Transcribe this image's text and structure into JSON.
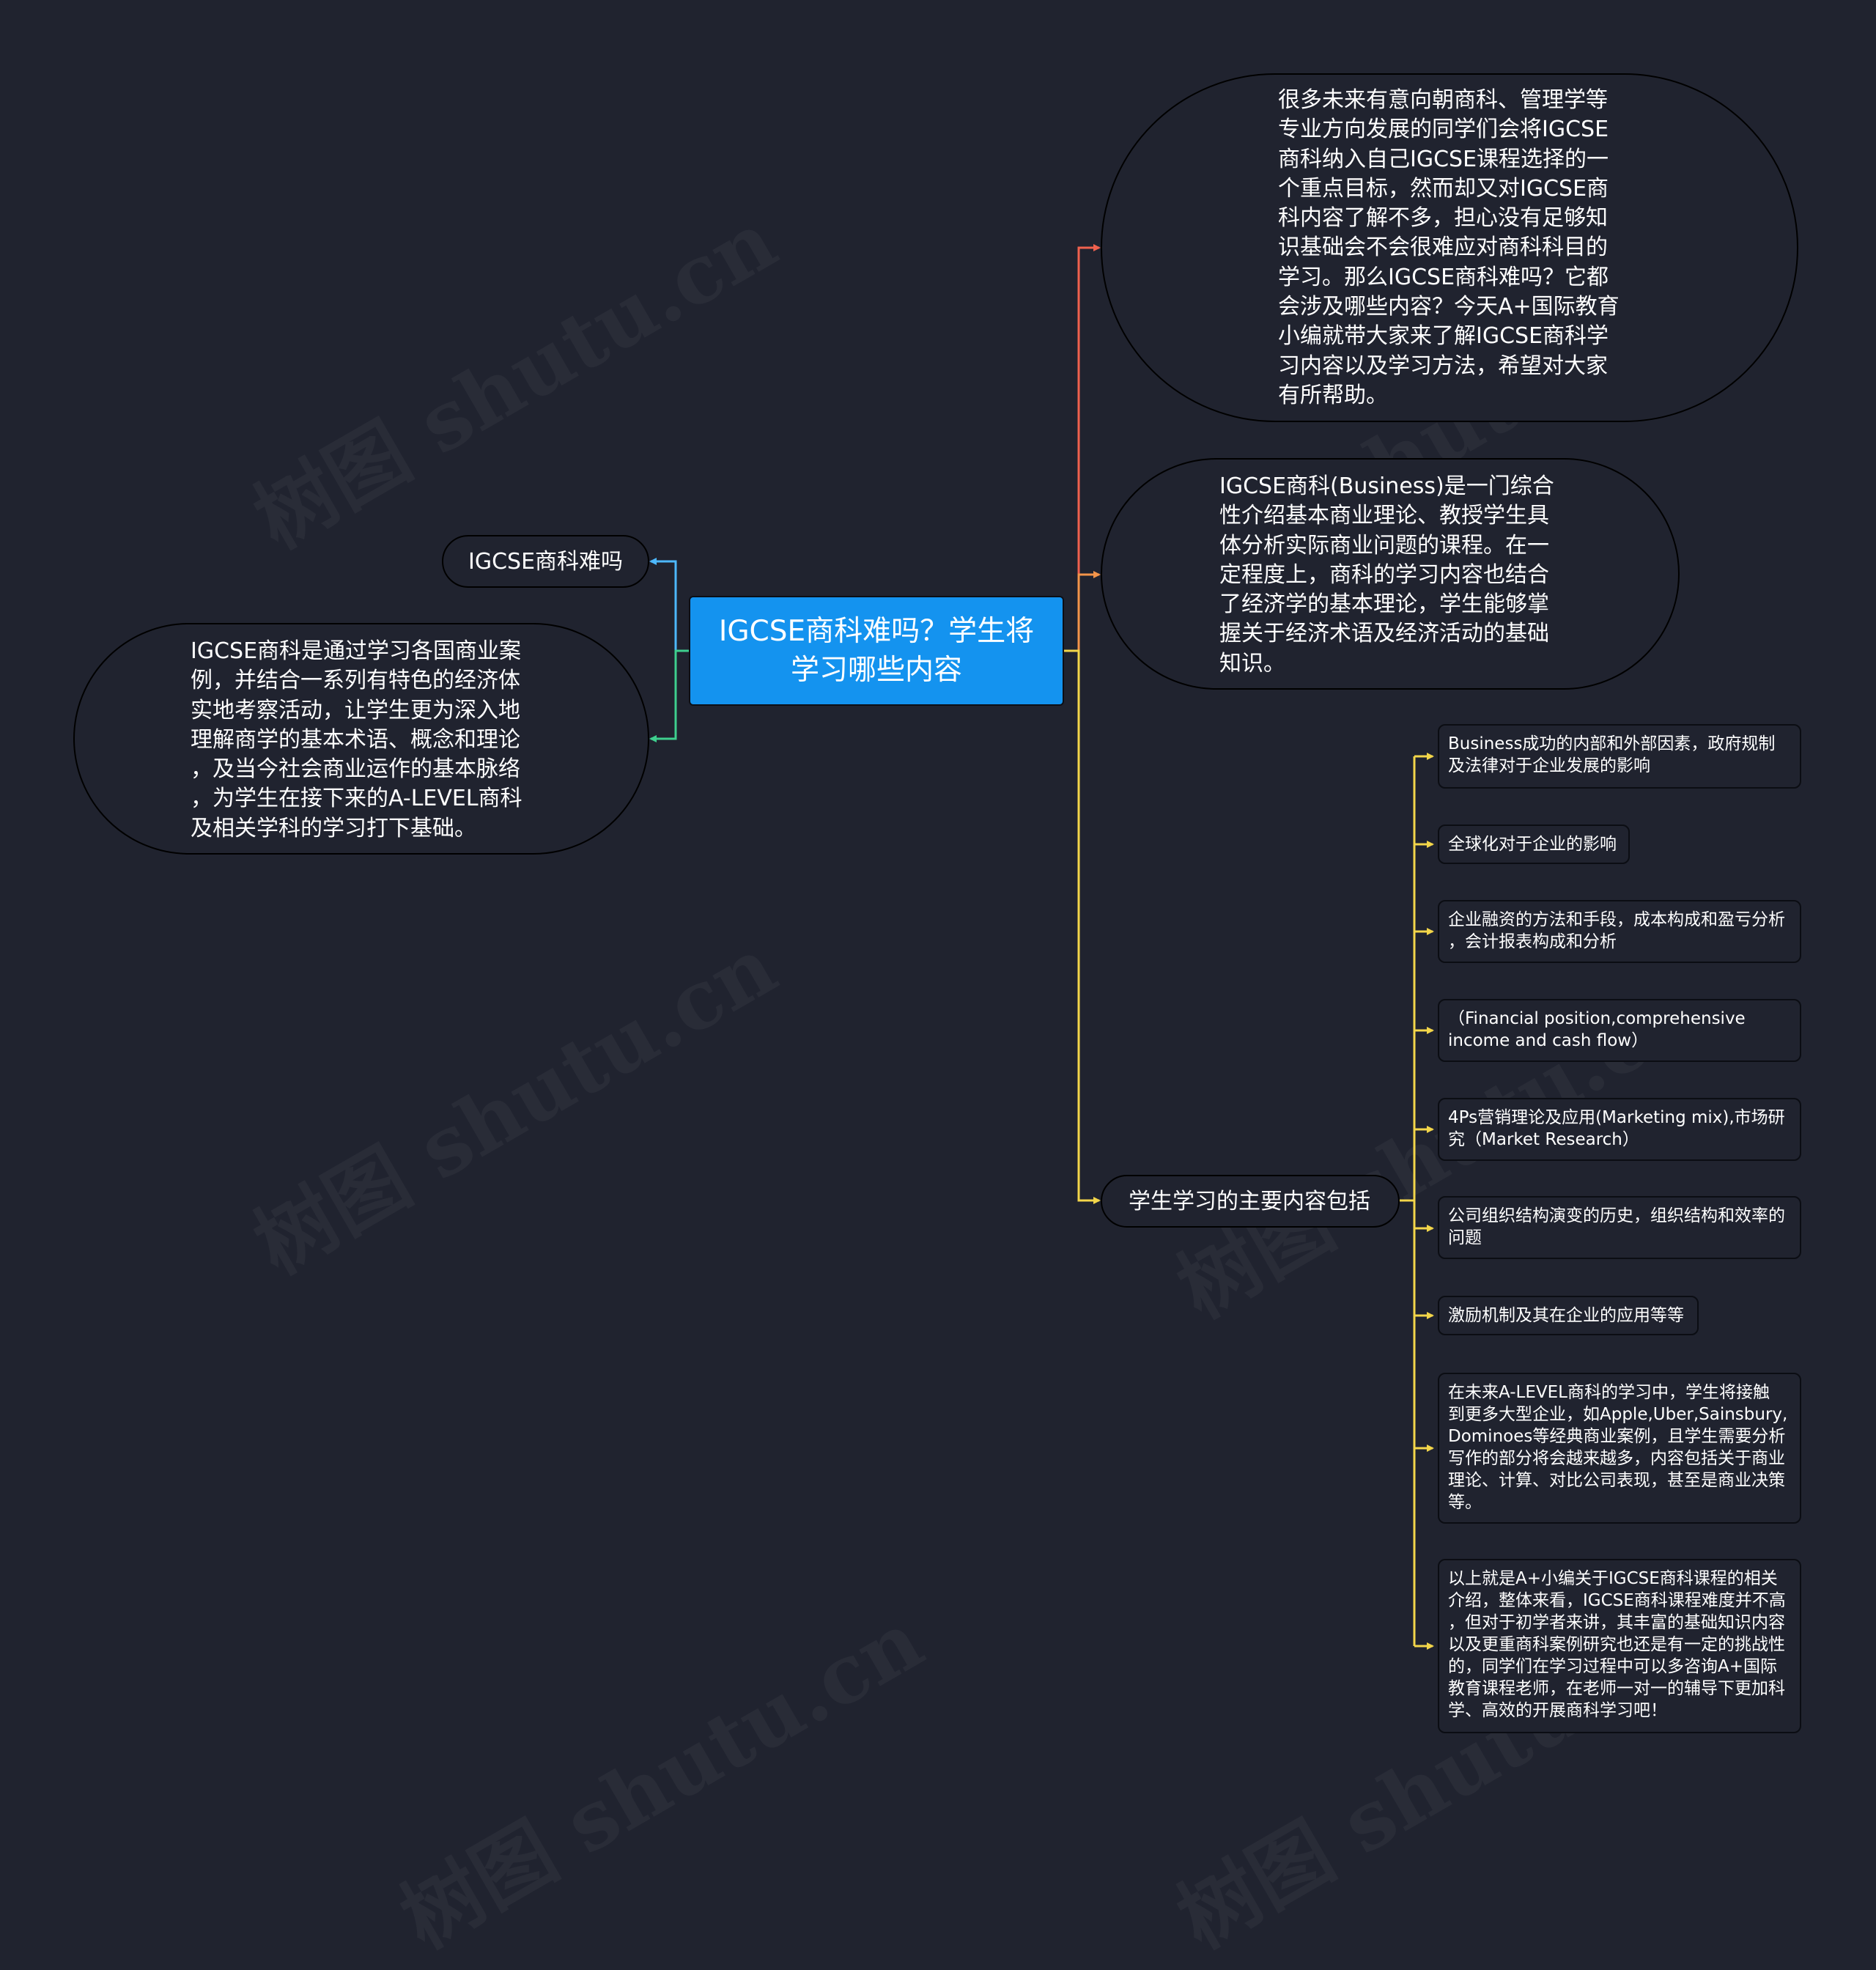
{
  "watermark": "树图 shutu.cn",
  "root": {
    "text": "IGCSE商科难吗？学生将\n学习哪些内容"
  },
  "left": {
    "title": "IGCSE商科难吗",
    "description": "IGCSE商科是通过学习各国商业案\n例，并结合一系列有特色的经济体\n实地考察活动，让学生更为深入地\n理解商学的基本术语、概念和理论\n，及当今社会商业运作的基本脉络\n，为学生在接下来的A-LEVEL商科\n及相关学科的学习打下基础。"
  },
  "right": {
    "intro": "很多未来有意向朝商科、管理学等\n专业方向发展的同学们会将IGCSE\n商科纳入自己IGCSE课程选择的一\n个重点目标，然而却又对IGCSE商\n科内容了解不多，担心没有足够知\n识基础会不会很难应对商科科目的\n学习。那么IGCSE商科难吗？它都\n会涉及哪些内容？今天A+国际教育\n小编就带大家来了解IGCSE商科学\n习内容以及学习方法，希望对大家\n有所帮助。",
    "definition": "IGCSE商科(Business)是一门综合\n性介绍基本商业理论、教授学生具\n体分析实际商业问题的课程。在一\n定程度上，商科的学习内容也结合\n了经济学的基本理论，学生能够掌\n握关于经济术语及经济活动的基础\n知识。",
    "content": {
      "title": "学生学习的主要内容包括",
      "items": [
        "Business成功的内部和外部因素，政府规制\n及法律对于企业发展的影响",
        "全球化对于企业的影响",
        "企业融资的方法和手段，成本构成和盈亏分析\n，会计报表构成和分析",
        "（Financial position,comprehensive\nincome and cash flow）",
        "4Ps营销理论及应用(Marketing mix),市场研\n究（Market Research）",
        "公司组织结构演变的历史，组织结构和效率的\n问题",
        "激励机制及其在企业的应用等等",
        "在未来A-LEVEL商科的学习中，学生将接触\n到更多大型企业，如Apple,Uber,Sainsbury,\nDominoes等经典商业案例，且学生需要分析\n写作的部分将会越来越多，内容包括关于商业\n理论、计算、对比公司表现，甚至是商业决策\n等。",
        "以上就是A+小编关于IGCSE商科课程的相关\n介绍，整体来看，IGCSE商科课程难度并不高\n，但对于初学者来讲，其丰富的基础知识内容\n以及更重商科案例研究也还是有一定的挑战性\n的，同学们在学习过程中可以多咨询A+国际\n教育课程老师，在老师一对一的辅导下更加科\n学、高效的开展商科学习吧！"
      ]
    }
  },
  "colors": {
    "background": "#20232f",
    "root": "#1493ef",
    "link_title": "#4db8ff",
    "link_description": "#3ecf8e",
    "link_intro": "#f0614e",
    "link_definition": "#f4944a",
    "link_content": "#f3d64a"
  }
}
